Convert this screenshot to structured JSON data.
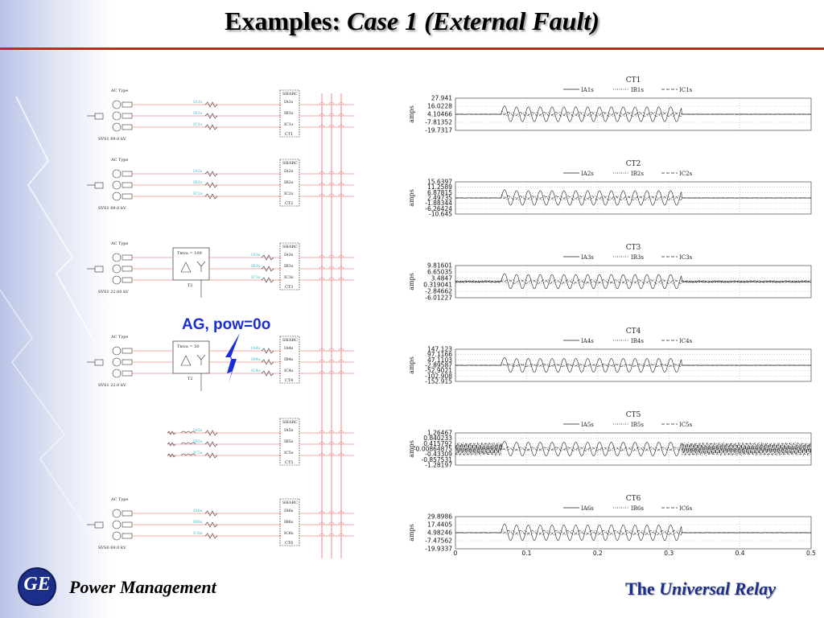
{
  "title": {
    "prefix": "Examples: ",
    "italic": "Case 1 (External Fault)"
  },
  "colors": {
    "accent_red": "#d22020",
    "brand_blue": "#1b2f8a",
    "fault_blue": "#1a2ed8",
    "bus_pink": "#f08a8a",
    "cyan_labels": "#3fb8c8"
  },
  "fault_label": "AG, pow=0o",
  "footer": {
    "logo_text": "GE",
    "power_management": "Power Management",
    "ur_prefix": "The ",
    "ur_italic": "Universal Relay"
  },
  "diagram": {
    "ac_type": "AC Type",
    "sources": [
      {
        "label": "SVS1",
        "kv_label": "69.0  kV",
        "ct": "SHARC",
        "ct_name": "CT1",
        "meas": [
          "IA1s",
          "IB1s",
          "IC1s"
        ]
      },
      {
        "label": "SVS1",
        "kv_label": "69.0  kV",
        "ct": "SHARC",
        "ct_name": "CT2",
        "meas": [
          "IA2s",
          "IB2s",
          "IC2s"
        ]
      },
      {
        "label": "SVS1",
        "kv_label": "22.00  kV",
        "ct": "SHARC",
        "ct_name": "CT3",
        "meas": [
          "IA3s",
          "IB3s",
          "IC3s"
        ],
        "transformer": "Tmva = 100",
        "t_label": "T2"
      },
      {
        "label": "SVS1",
        "kv_label": "22.0  kV",
        "ct": "SHARC",
        "ct_name": "CT4",
        "meas": [
          "IA4s",
          "IB4s",
          "IC4s"
        ],
        "transformer": "Tmva = 50",
        "t_label": "T2"
      },
      {
        "label": "",
        "kv_label": "",
        "ct": "SHARC",
        "ct_name": "CT5",
        "meas": [
          "IA5s",
          "IB5s",
          "IC5s"
        ]
      },
      {
        "label": "SVS6",
        "kv_label": "69.0  kV",
        "ct": "SHARC",
        "ct_name": "CT6",
        "meas": [
          "IA6s",
          "IB6s",
          "IC6s"
        ]
      }
    ]
  },
  "chart_data": [
    {
      "type": "line",
      "title": "CT1",
      "ylabel": "amps",
      "series": [
        {
          "name": "IA1s"
        },
        {
          "name": "IB1s"
        },
        {
          "name": "IC1s"
        }
      ],
      "yticks": [
        "27.941",
        "16.0228",
        "4.10466",
        "-7.81352",
        "-19.7317"
      ],
      "ylim": [
        -19.7317,
        27.941
      ],
      "xlim": [
        0,
        0.5
      ],
      "amp": 22,
      "grid": true,
      "legend": "top"
    },
    {
      "type": "line",
      "title": "CT2",
      "ylabel": "amps",
      "series": [
        {
          "name": "IA2s"
        },
        {
          "name": "IB2s"
        },
        {
          "name": "IC2s"
        }
      ],
      "yticks": [
        "15.6397",
        "11.2589",
        "6.87815",
        "2.49735",
        "-1.88344",
        "-6.26424",
        "-10.645"
      ],
      "ylim": [
        -10.645,
        15.6397
      ],
      "xlim": [
        0,
        0.5
      ],
      "amp": 12,
      "grid": true,
      "legend": "top"
    },
    {
      "type": "line",
      "title": "CT3",
      "ylabel": "amps",
      "series": [
        {
          "name": "IA3s"
        },
        {
          "name": "IB3s"
        },
        {
          "name": "IC3s"
        }
      ],
      "yticks": [
        "9.81601",
        "6.65035",
        "3.4847",
        "0.319041",
        "-2.84662",
        "-6.01227"
      ],
      "ylim": [
        -6.01227,
        9.81601
      ],
      "xlim": [
        0,
        0.5
      ],
      "amp": 7,
      "grid": true,
      "legend": "top"
    },
    {
      "type": "line",
      "title": "CT4",
      "ylabel": "amps",
      "series": [
        {
          "name": "IA4s"
        },
        {
          "name": "IB4s"
        },
        {
          "name": "IC4s"
        }
      ],
      "yticks": [
        "147.123",
        "97.1166",
        "47.1103",
        "-2.89587",
        "-52.9021",
        "-102.908",
        "-152.915"
      ],
      "ylim": [
        -152.915,
        147.123
      ],
      "xlim": [
        0,
        0.5
      ],
      "amp": 130,
      "grid": true,
      "legend": "top"
    },
    {
      "type": "line",
      "title": "CT5",
      "ylabel": "amps",
      "series": [
        {
          "name": "IA5s"
        },
        {
          "name": "IB5s"
        },
        {
          "name": "IC5s"
        }
      ],
      "yticks": [
        "1.26467",
        "0.840233",
        "0.415792",
        "-0.00864875",
        "-0.43309",
        "-0.857531",
        "-1.28197"
      ],
      "ylim": [
        -1.28197,
        1.26467
      ],
      "xlim": [
        0,
        0.5
      ],
      "amp": 1.1,
      "grid": true,
      "legend": "top"
    },
    {
      "type": "line",
      "title": "CT6",
      "ylabel": "amps",
      "series": [
        {
          "name": "IA6s"
        },
        {
          "name": "IB6s"
        },
        {
          "name": "IC6s"
        }
      ],
      "yticks": [
        "29.8986",
        "17.4405",
        "4.98246",
        "-7.47562",
        "-19.9337"
      ],
      "ylim": [
        -19.9337,
        29.8986
      ],
      "xlim": [
        0,
        0.5
      ],
      "amp": 24,
      "grid": true,
      "legend": "top"
    }
  ],
  "xaxis_ticks": [
    "0",
    "0.1",
    "0.2",
    "0.3",
    "0.4",
    "0.5"
  ]
}
